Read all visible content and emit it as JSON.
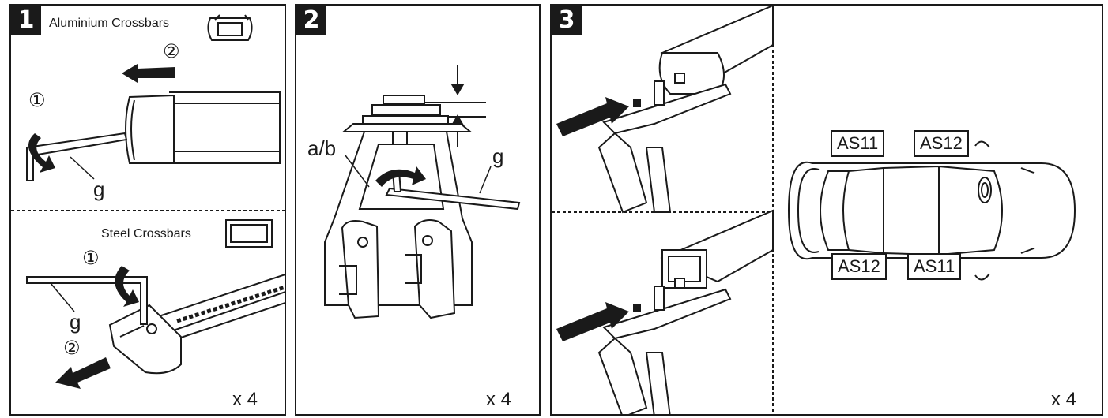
{
  "panel1": {
    "number": "1",
    "aluminium_label": "Aluminium Crossbars",
    "steel_label": "Steel Crossbars",
    "step_one": "①",
    "step_two": "②",
    "tool_letter": "g",
    "count": "x 4"
  },
  "panel2": {
    "number": "2",
    "part_label": "a/b",
    "tool_letter": "g",
    "count": "x 4"
  },
  "panel3": {
    "number": "3",
    "tags": {
      "front_left": "AS11",
      "front_right": "AS12",
      "rear_left": "AS12",
      "rear_right": "AS11"
    },
    "count": "x 4"
  }
}
